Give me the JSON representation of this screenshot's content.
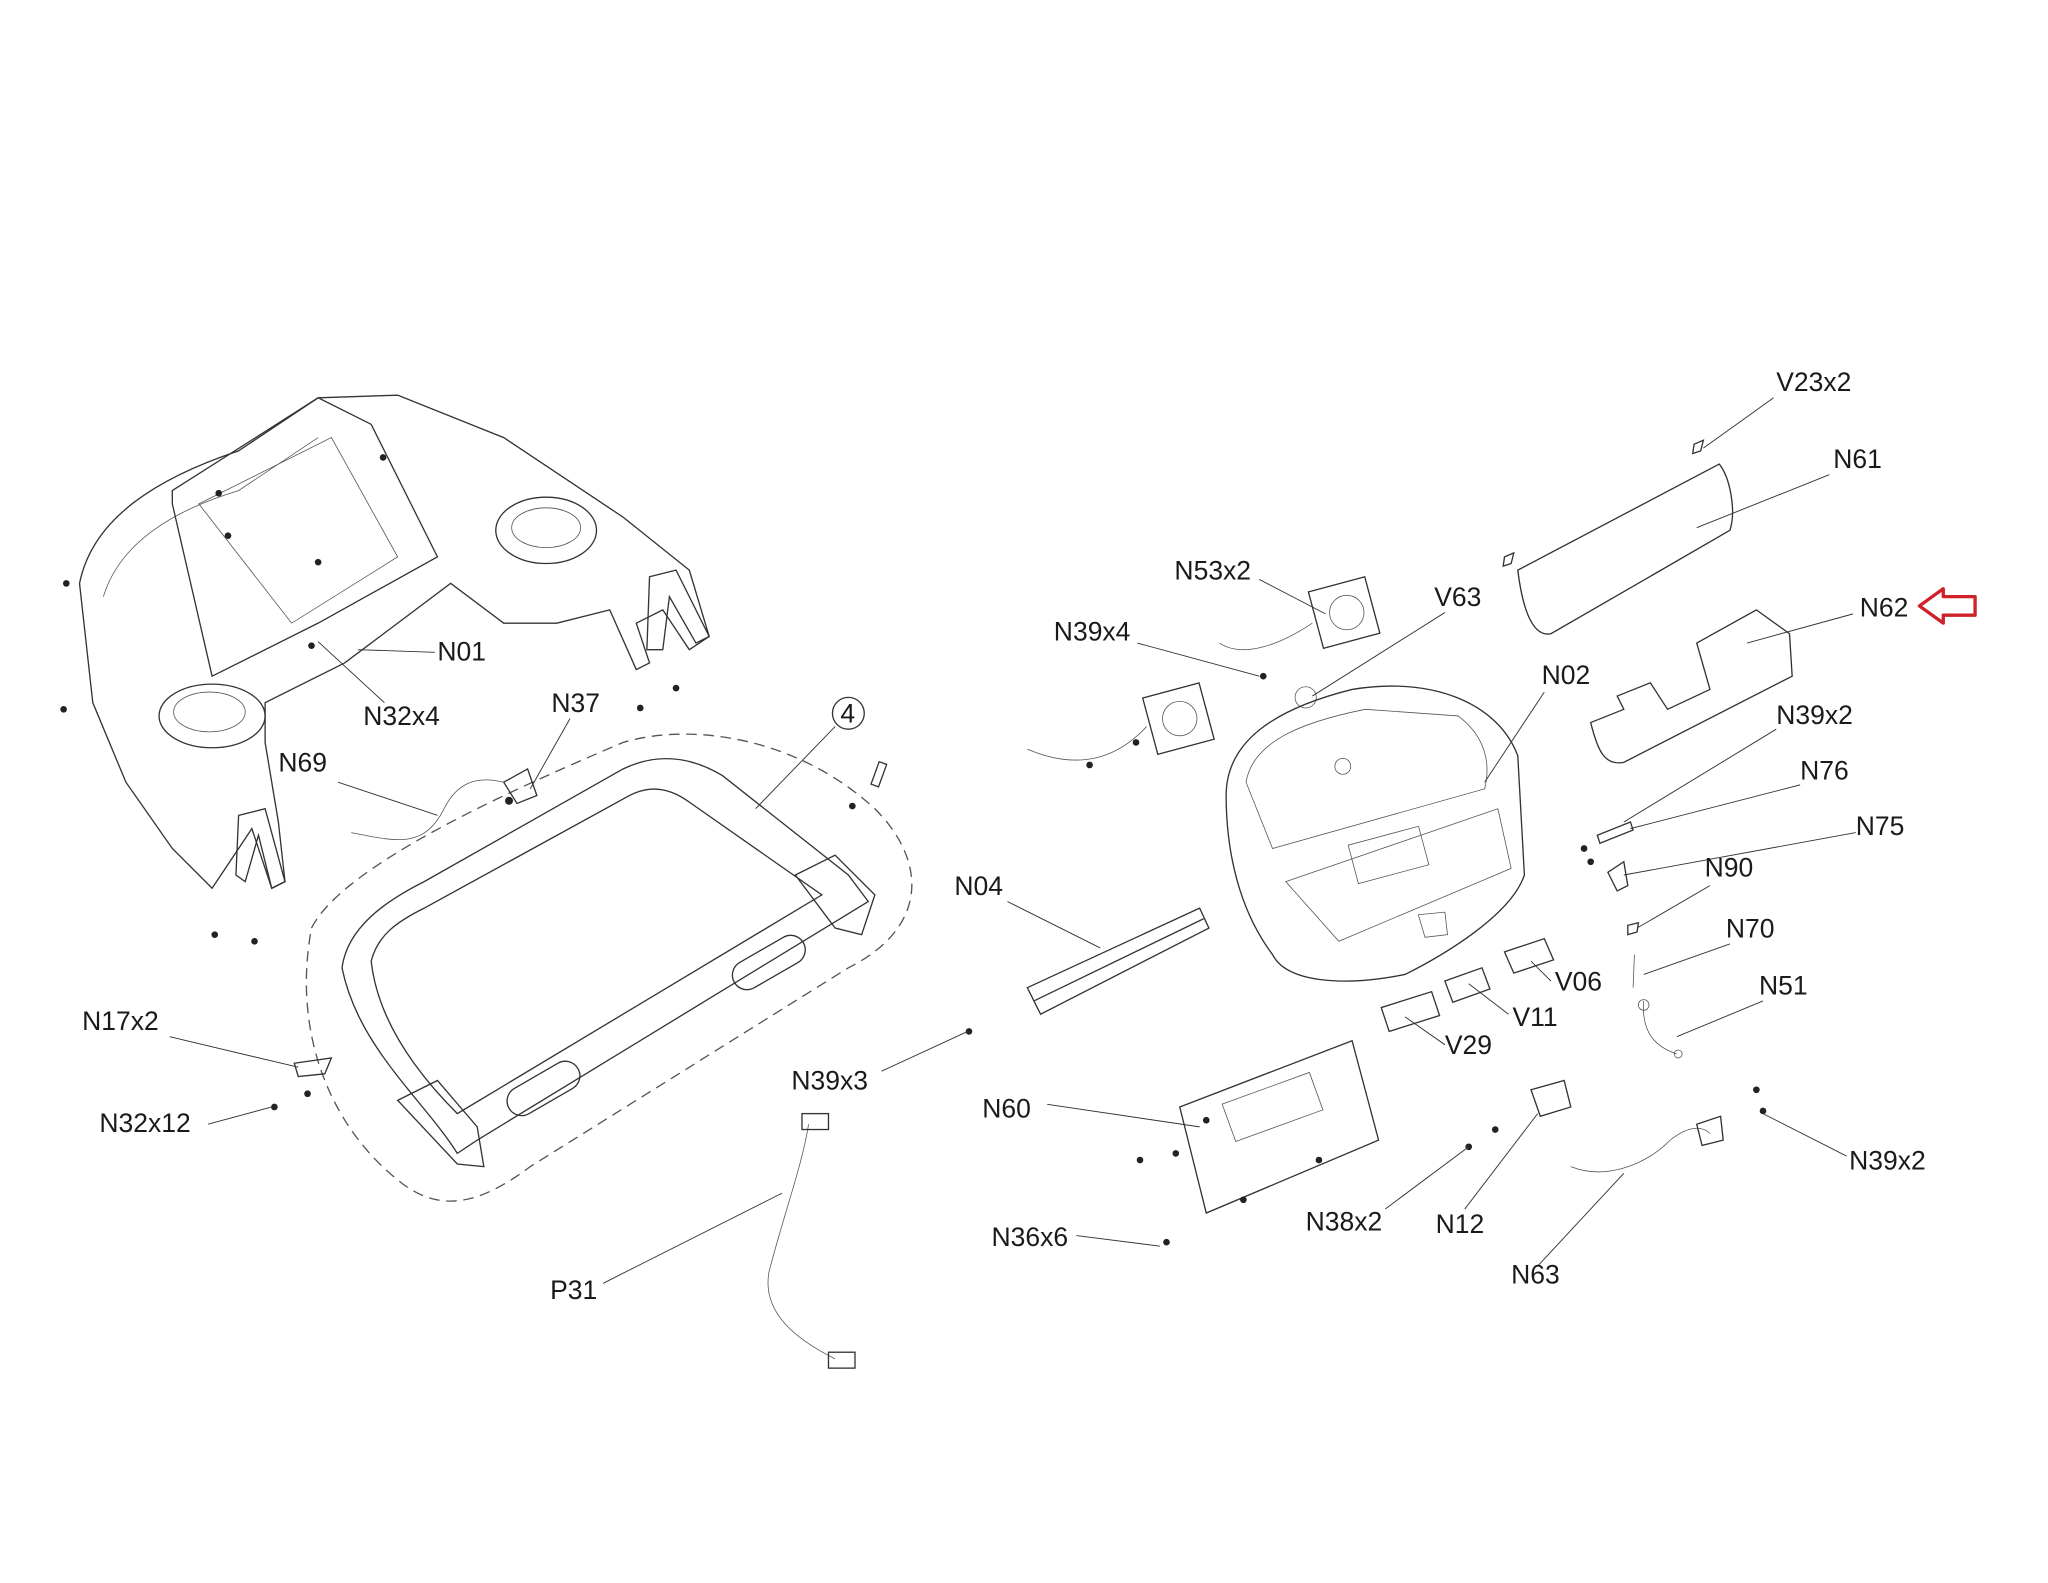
{
  "highlight_color": "#d0202a",
  "callouts": {
    "v23x2": "V23x2",
    "n61": "N61",
    "n62": "N62",
    "n53x2": "N53x2",
    "n39x4": "N39x4",
    "v63": "V63",
    "n02": "N02",
    "n39x2_top": "N39x2",
    "n76": "N76",
    "n75": "N75",
    "n90": "N90",
    "n70": "N70",
    "n51": "N51",
    "v06": "V06",
    "v11": "V11",
    "v29": "V29",
    "n01": "N01",
    "n32x4": "N32x4",
    "n37": "N37",
    "n69": "N69",
    "assembly_4": "4",
    "n04": "N04",
    "n17x2": "N17x2",
    "n32x12": "N32x12",
    "n39x3": "N39x3",
    "n60": "N60",
    "n36x6": "N36x6",
    "n38x2": "N38x2",
    "n12": "N12",
    "n63": "N63",
    "n39x2_bottom": "N39x2",
    "p31": "P31"
  },
  "highlighted_part": "N62",
  "icons": {
    "highlight_marker": "left-arrow-outline-icon"
  }
}
